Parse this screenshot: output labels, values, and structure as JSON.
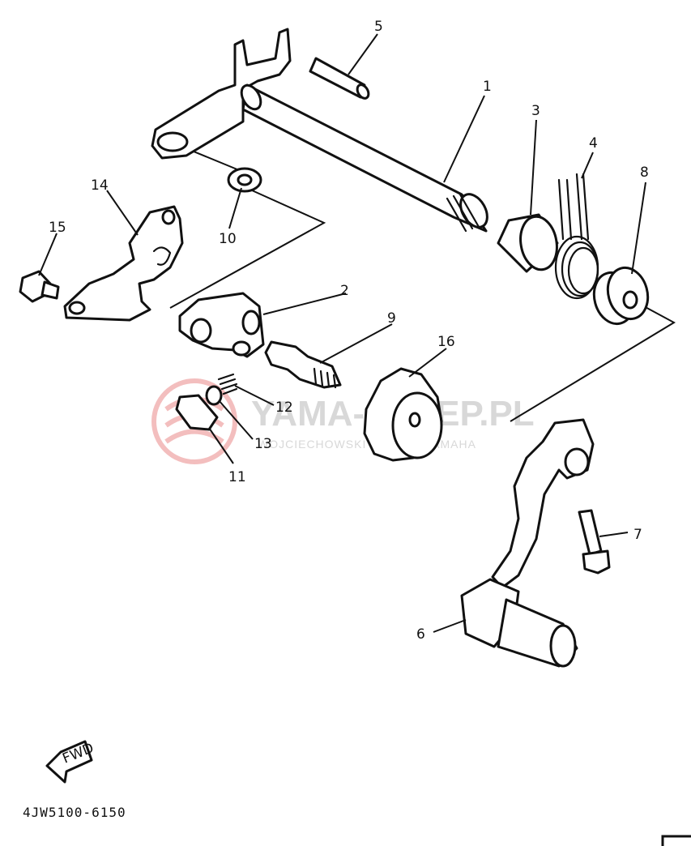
{
  "watermark": {
    "brand": "YAMA-SKLEP.PL",
    "subtitle": "WOJCIECHOWSKI DEALER YAMAHA",
    "logo_color": "#f2b8b8",
    "text_color": "#d8d8d8"
  },
  "fwd_label": "FWD",
  "diagram_code": "4JW5100-6150",
  "callouts": [
    "1",
    "2",
    "3",
    "4",
    "5",
    "6",
    "7",
    "8",
    "9",
    "10",
    "11",
    "12",
    "13",
    "14",
    "15",
    "16"
  ],
  "colors": {
    "ink": "#111111",
    "paper": "#ffffff"
  }
}
